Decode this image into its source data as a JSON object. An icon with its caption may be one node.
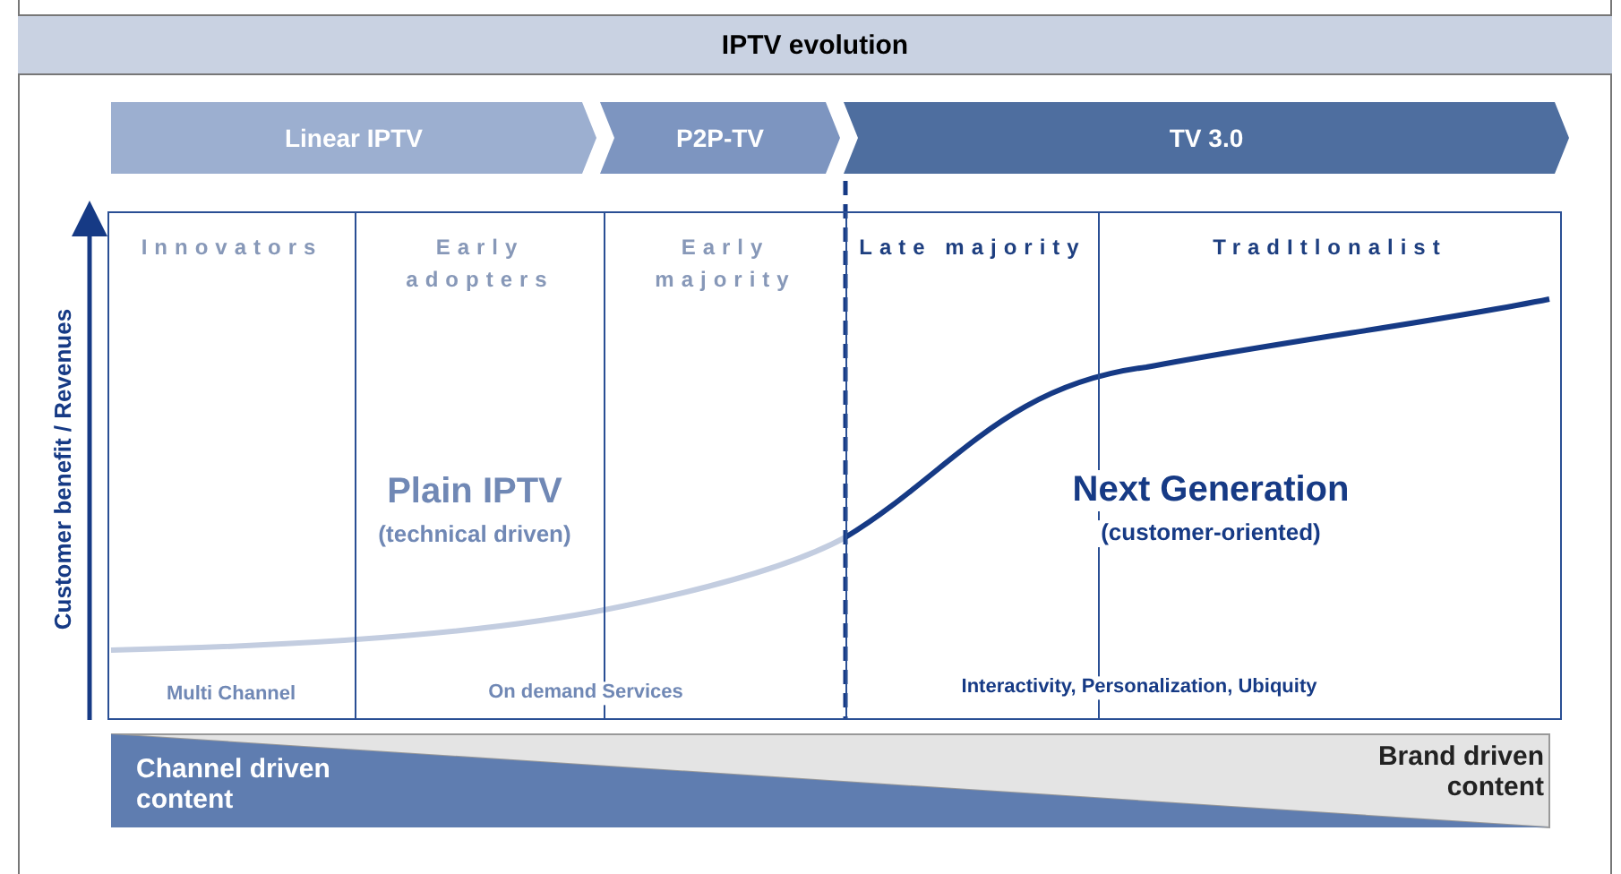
{
  "diagram": {
    "title": "IPTV evolution",
    "nodes": [
      {
        "text": [
          "Linear IPTV"
        ]
      },
      {
        "text": [
          "P2P-TV"
        ]
      },
      {
        "text": [
          "TV 3.0"
        ]
      },
      {
        "text": [
          "Innovators"
        ]
      },
      {
        "text": [
          "Early adopters"
        ]
      },
      {
        "text": [
          "Early majority"
        ]
      },
      {
        "text": [
          "Late majority"
        ]
      },
      {
        "text": [
          "TradItlonalist"
        ]
      }
    ],
    "edges": [],
    "labels": [
      "Customer benefit / Revenues",
      "Plain IPTV",
      "(technical driven)",
      "Next Generation",
      "(customer-oriented)",
      "Multi Channel",
      "On demand Services",
      "Interactivity, Personalization, Ubiquity",
      "Channel driven content",
      "Brand driven content"
    ]
  }
}
